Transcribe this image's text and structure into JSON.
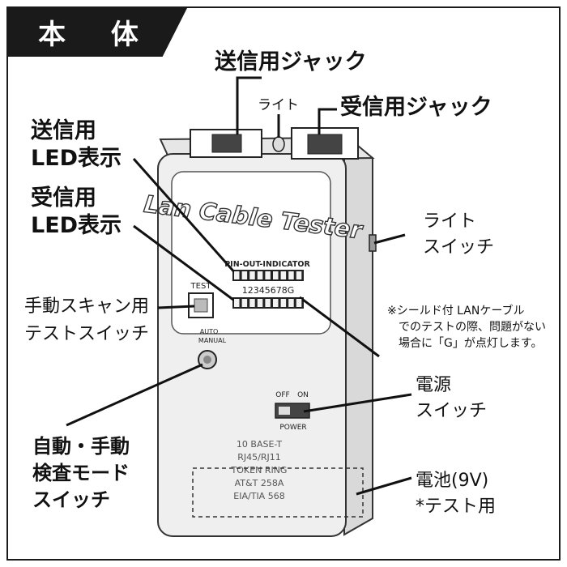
{
  "header": {
    "title": "本 体"
  },
  "labels": {
    "send_jack": "送信用ジャック",
    "light": "ライト",
    "recv_jack": "受信用ジャック",
    "send_led": [
      "送信用",
      "LED表示"
    ],
    "recv_led": [
      "受信用",
      "LED表示"
    ],
    "manual_scan": [
      "手動スキャン用",
      "テストスイッチ"
    ],
    "auto_manual": [
      "自動・手動",
      "検査モード",
      "スイッチ"
    ],
    "light_switch": [
      "ライト",
      "スイッチ"
    ],
    "shield_note": [
      "※シールド付 LANケーブル",
      "でのテストの際、問題がない",
      "場合に「G」が点灯します。"
    ],
    "power_switch": [
      "電源",
      "スイッチ"
    ],
    "battery": [
      "電池(9V)",
      "*テスト用"
    ]
  },
  "device": {
    "brand": "Lan Cable Tester",
    "indicator": "PIN-OUT-INDICATOR",
    "pins": "12345678G",
    "test": "TEST",
    "auto": "AUTO",
    "manual": "MANUAL",
    "off": "OFF",
    "on": "ON",
    "power": "POWER",
    "specs": [
      "10 BASE-T",
      "RJ45/RJ11",
      "TOKEN RING",
      "AT&T 258A",
      "EIA/TIA 568"
    ]
  }
}
